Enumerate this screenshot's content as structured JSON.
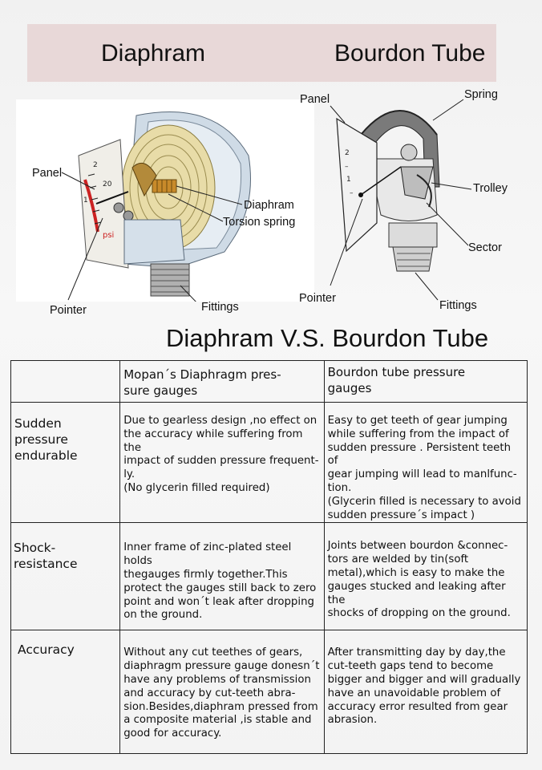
{
  "banner": {
    "left_title": "Diaphram",
    "right_title": "Bourdon Tube"
  },
  "diaphragm_diagram": {
    "labels": {
      "panel": "Panel",
      "diaphram": "Diaphram",
      "torsion_spring": "Torsion spring",
      "pointer": "Pointer",
      "fittings": "Fittings"
    },
    "dial_marks": [
      "2",
      "20",
      "1",
      "psi"
    ]
  },
  "bourdon_diagram": {
    "labels": {
      "panel": "Panel",
      "spring": "Spring",
      "trolley": "Trolley",
      "sector": "Sector",
      "pointer": "Pointer",
      "fittings": "Fittings"
    }
  },
  "comparison_title": "Diaphram  V.S. Bourdon Tube",
  "table": {
    "headers": [
      "",
      "Mopan´s Diaphragm pres-\nsure gauges",
      "Bourdon tube pressure\ngauges"
    ],
    "rows": [
      {
        "label": "Sudden pressure\nendurable",
        "diaphragm": "Due to gearless design ,no effect on\nthe accuracy while suffering from the\nimpact of sudden pressure frequent-\nly.\n(No glycerin filled required)",
        "bourdon": "Easy to get teeth of gear jumping\nwhile suffering from the impact of\nsudden pressure . Persistent teeth of\ngear jumping will lead to manlfunc-\ntion.\n(Glycerin filled is necessary to avoid\nsudden pressure´s impact )"
      },
      {
        "label": "Shock-resistance",
        "diaphragm": "Inner frame of zinc-plated steel holds\nthegauges firmly together.This\nprotect the gauges still back to zero\npoint and won´t leak after dropping\non the ground.",
        "bourdon": "Joints between bourdon &connec-\ntors are welded by tin(soft\nmetal),which is easy to make the\ngauges stucked and leaking after the\nshocks of dropping on the ground."
      },
      {
        "label": "Accuracy",
        "diaphragm": "Without any cut teethes of gears,\ndiaphragm pressure gauge donesn´t\nhave any problems of transmission\nand accuracy by cut-teeth abra-\nsion.Besides,diaphram pressed from\na composite material ,is stable and\ngood for accuracy.",
        "bourdon": "After transmitting day by day,the\ncut-teeth gaps tend to become\nbigger and bigger and will gradually\nhave an unavoidable problem of\naccuracy error resulted from gear\nabrasion."
      }
    ]
  }
}
